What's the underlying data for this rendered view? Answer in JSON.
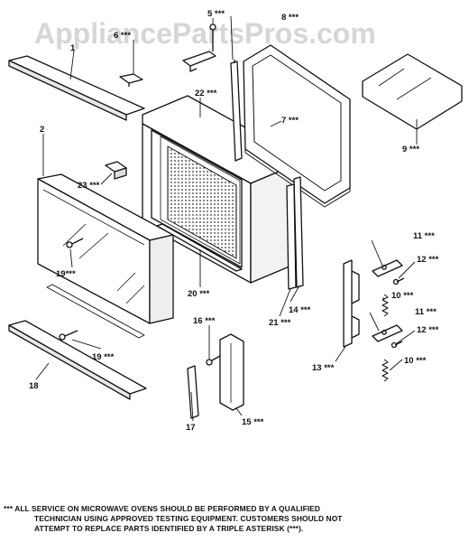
{
  "watermark": "AppliancePartsPros.com",
  "labels": {
    "p1": "1",
    "p2": "2",
    "p5": "5 ***",
    "p6": "6 ***",
    "p7": "7 ***",
    "p8": "8 ***",
    "p9": "9 ***",
    "p10a": "10 ***",
    "p10b": "10 ***",
    "p11a": "11 ***",
    "p11b": "11 ***",
    "p12a": "12 ***",
    "p12b": "12 ***",
    "p13": "13 ***",
    "p14": "14 ***",
    "p15": "15 ***",
    "p16": "16 ***",
    "p17": "17",
    "p18": "18",
    "p19a": "19***",
    "p19b": "19 ***",
    "p20": "20 ***",
    "p21": "21 ***",
    "p22": "22 ***",
    "p23": "23 ***"
  },
  "footnote": {
    "line1": "*** ALL SERVICE ON MICROWAVE OVENS SHOULD BE PERFORMED BY A QUALIFIED",
    "line2": "TECHNICIAN USING APPROVED TESTING EQUIPMENT. CUSTOMERS SHOULD NOT",
    "line3": "ATTEMPT TO REPLACE PARTS IDENTIFIED BY A TRIPLE ASTERISK (***)."
  }
}
